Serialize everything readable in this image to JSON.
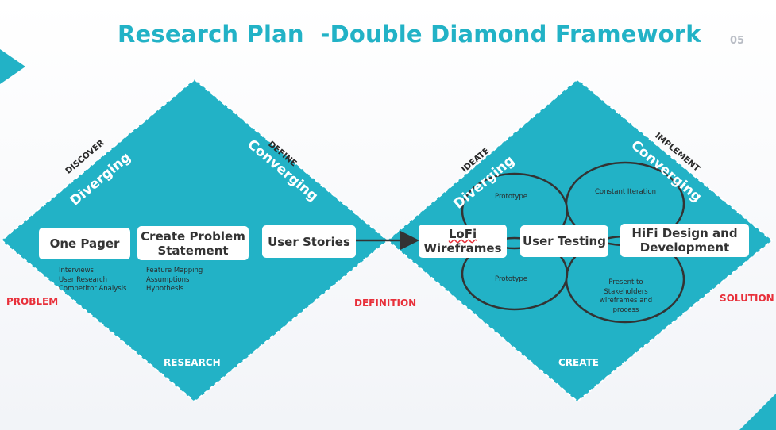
{
  "title": "Research Plan  -Double Diamond Framework",
  "page_number": "05",
  "colors": {
    "accent": "#22b2c6",
    "problem_red": "#e8303a"
  },
  "diamond1": {
    "discover": "DISCOVER",
    "diverging": "Diverging",
    "define": "DEFINE",
    "converging": "Converging",
    "bottom_label": "RESEARCH",
    "boxes": {
      "one_pager": "One Pager",
      "create_problem_1": "Create Problem",
      "create_problem_2": "Statement",
      "user_stories": "User Stories"
    },
    "one_pager_notes": [
      "Interviews",
      "User Research",
      "Competitor Analysis"
    ],
    "problem_notes": [
      "Feature Mapping",
      "Assumptions",
      "Hypothesis"
    ]
  },
  "diamond2": {
    "ideate": "IDEATE",
    "diverging": "Diverging",
    "implement": "IMPLEMENT",
    "converging": "Converging",
    "bottom_label": "CREATE",
    "boxes": {
      "lofi_1": "LoFi",
      "lofi_2": "Wireframes",
      "user_testing": "User Testing",
      "hifi_1": "HiFi Design and",
      "hifi_2": "Development"
    },
    "loop_labels": {
      "prototype_top": "Prototype",
      "prototype_bottom": "Prototype",
      "constant_iteration": "Constant Iteration",
      "present": [
        "Present to",
        "Stakeholders",
        "wireframes and",
        "process"
      ]
    }
  },
  "side_labels": {
    "problem": "PROBLEM",
    "definition": "DEFINITION",
    "solution": "SOLUTION"
  }
}
